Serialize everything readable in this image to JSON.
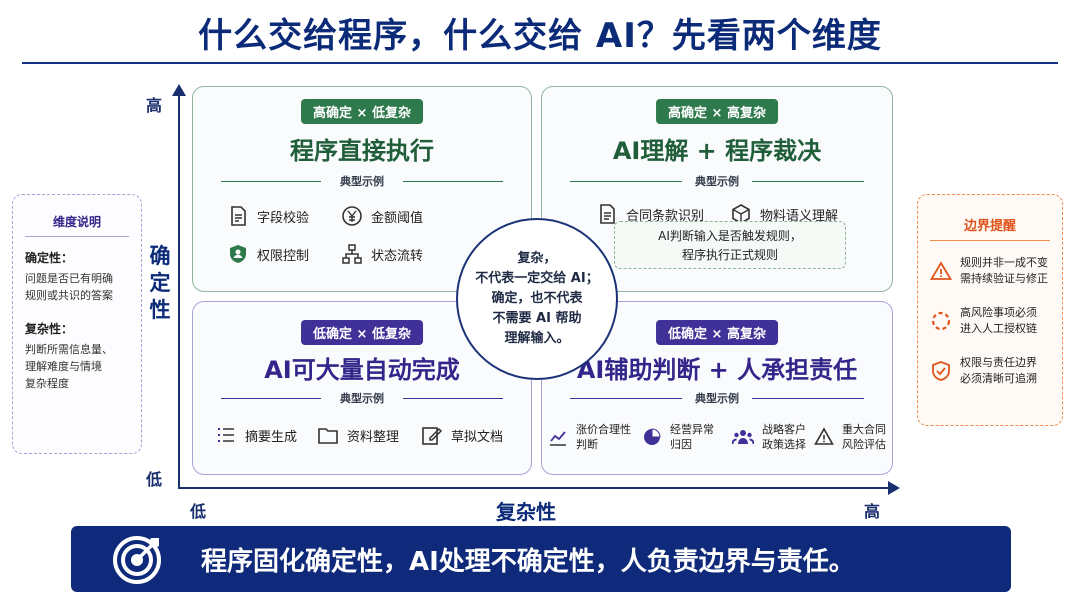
{
  "title": "什么交给程序，什么交给 AI？先看两个维度",
  "axes": {
    "y_high": "高",
    "y_low": "低",
    "y_label": "确\n定\n性",
    "x_low": "低",
    "x_high": "高",
    "x_label": "复杂性"
  },
  "quadrants": {
    "q1": {
      "badge": "高确定 × 低复杂",
      "title": "程序直接执行",
      "examples_label": "典型示例",
      "items": [
        {
          "icon": "document-check-icon",
          "label": "字段校验"
        },
        {
          "icon": "yen-icon",
          "label": "金额阈值"
        },
        {
          "icon": "shield-user-icon",
          "label": "权限控制"
        },
        {
          "icon": "flow-chart-icon",
          "label": "状态流转"
        }
      ]
    },
    "q2": {
      "badge": "高确定 × 高复杂",
      "title": "AI理解 + 程序裁决",
      "examples_label": "典型示例",
      "items": [
        {
          "icon": "document-icon",
          "label": "合同条款识别"
        },
        {
          "icon": "cube-icon",
          "label": "物料语义理解"
        }
      ],
      "note": "AI判断输入是否触发规则，\n程序执行正式规则"
    },
    "q3": {
      "badge": "低确定 × 低复杂",
      "title": "AI可大量自动完成",
      "examples_label": "典型示例",
      "items": [
        {
          "icon": "list-icon",
          "label": "摘要生成"
        },
        {
          "icon": "folder-icon",
          "label": "资料整理"
        },
        {
          "icon": "edit-icon",
          "label": "草拟文档"
        }
      ]
    },
    "q4": {
      "badge": "低确定 × 高复杂",
      "title": "AI辅助判断 + 人承担责任",
      "examples_label": "典型示例",
      "items": [
        {
          "icon": "trend-chart-icon",
          "label": "涨价合理性\n判断"
        },
        {
          "icon": "pie-chart-icon",
          "label": "经营异常\n归因"
        },
        {
          "icon": "users-icon",
          "label": "战略客户\n政策选择"
        },
        {
          "icon": "warning-icon",
          "label": "重大合同\n风险评估"
        }
      ]
    }
  },
  "center": {
    "text": "复杂，\n不代表一定交给 AI；\n确定，也不代表\n不需要 AI 帮助\n理解输入。"
  },
  "left_panel": {
    "title": "维度说明",
    "sections": [
      {
        "heading": "确定性：",
        "body": "问题是否已有明确\n规则或共识的答案"
      },
      {
        "heading": "复杂性：",
        "body": "判断所需信息量、\n理解难度与情境\n复杂程度"
      }
    ]
  },
  "right_panel": {
    "title": "边界提醒",
    "items": [
      {
        "icon": "warning-icon",
        "text": "规则并非一成不变\n需持续验证与修正"
      },
      {
        "icon": "dashed-circle-icon",
        "text": "高风险事项必须\n进入人工授权链"
      },
      {
        "icon": "shield-check-icon",
        "text": "权限与责任边界\n必须清晰可追溯"
      }
    ]
  },
  "banner": {
    "icon": "target-icon",
    "text": "程序固化确定性，AI处理不确定性，人负责边界与责任。"
  },
  "colors": {
    "navy": "#0f2a7a",
    "green": "#2f7a4c",
    "purple": "#3f3197",
    "orange": "#e0541c"
  }
}
